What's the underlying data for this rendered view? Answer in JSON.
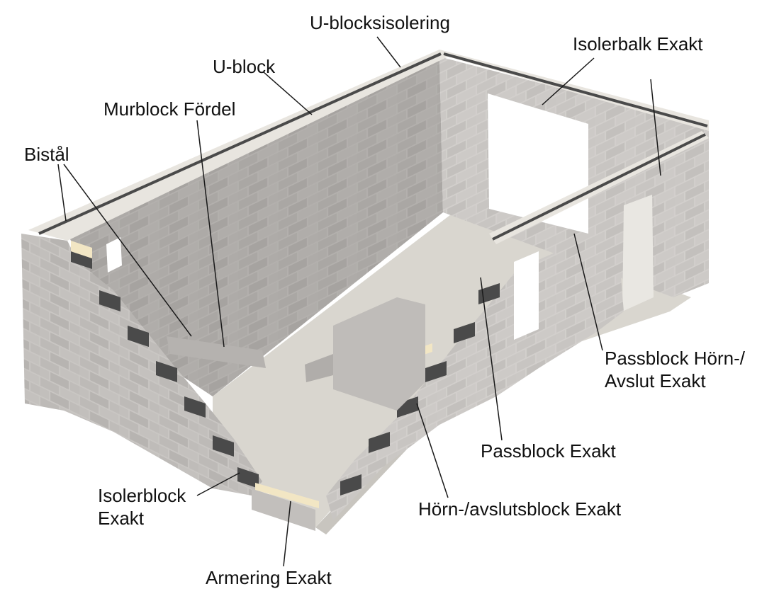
{
  "colors": {
    "background": "#ffffff",
    "floor": "#d9d6cf",
    "block_light": "#cfcccb",
    "block_mid": "#b9b6b3",
    "block_dark": "#8f8c8a",
    "mortar": "#f4f2ee",
    "insulation": "#f2e6c4",
    "insulation_dark": "#4a4a4a",
    "leader": "#1a1a1a",
    "text": "#111111"
  },
  "labels": {
    "u_blocksisolering": "U-blocksisolering",
    "isolerbalk_exakt": "Isolerbalk Exakt",
    "u_block": "U-block",
    "murblock_fordel": "Murblock Fördel",
    "bistal": "Bistål",
    "passblock_horn_line1": "Passblock Hörn-/",
    "passblock_horn_line2": "Avslut Exakt",
    "passblock_exakt": "Passblock Exakt",
    "isolerblock_line1": "Isolerblock",
    "isolerblock_line2": "Exakt",
    "horn_avslutsblock_exakt": "Hörn-/avslutsblock Exakt",
    "armering_exakt": "Armering Exakt"
  }
}
